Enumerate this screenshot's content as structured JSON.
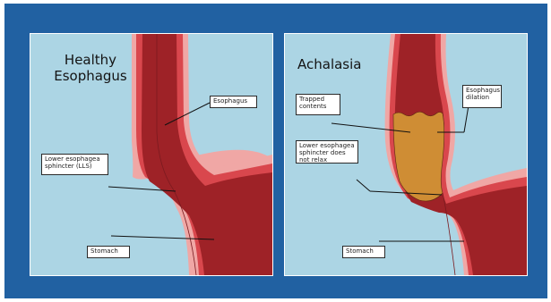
{
  "colors": {
    "background": "#2161a2",
    "panel": "#acd5e4",
    "tissue_outer": "#f0a7a5",
    "tissue_mid": "#d9474d",
    "tissue_inner": "#9e2227",
    "trapped_contents": "#cf8d34"
  },
  "panels": [
    {
      "title": "Healthy\nEsophagus",
      "labels": {
        "esophagus": "Esophagus",
        "sphincter": "Lower esophagea sphincter (LLS)",
        "stomach": "Stomach"
      }
    },
    {
      "title": "Achalasia",
      "labels": {
        "trapped": "Trapped contents",
        "dilation": "Esophagus dilation",
        "sphincter": "Lower esophagea sphincter does not relax",
        "stomach": "Stomach"
      }
    }
  ]
}
